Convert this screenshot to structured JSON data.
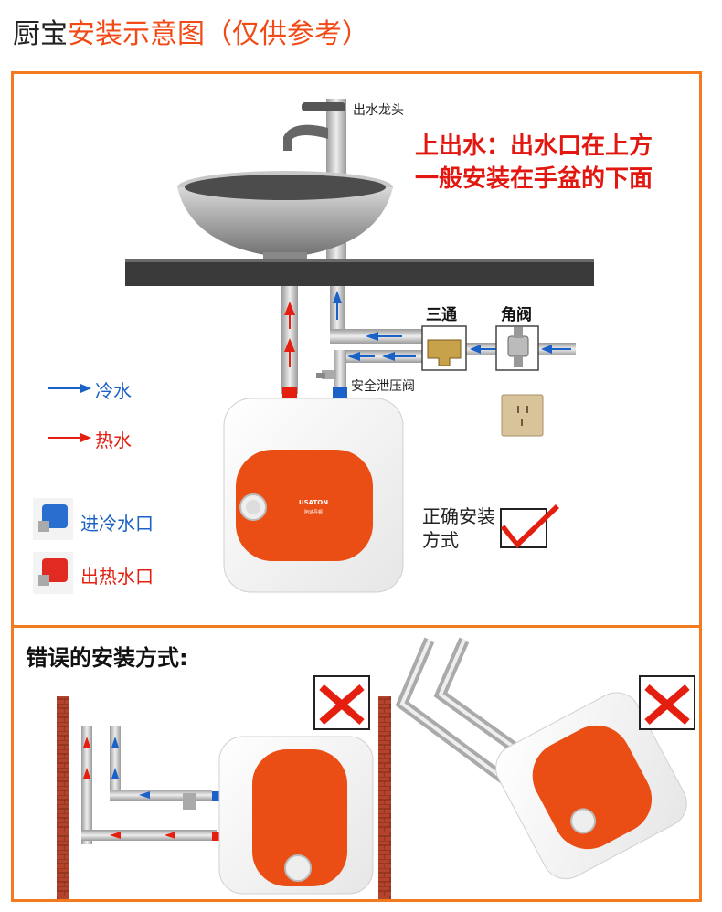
{
  "header": {
    "title_part1": "厨宝",
    "title_part2": "安装示意图（仅供参考）"
  },
  "main_diagram": {
    "faucet_label": "出水龙头",
    "note_line1": "上出水：出水口在上方",
    "note_line2": "一般安装在手盆的下面",
    "tee_label": "三通",
    "angle_valve_label": "角阀",
    "safety_valve_label": "安全泄压阀",
    "heater_brand": "USATON",
    "heater_brand_sub": "阿诗丹顿",
    "correct_label": "正确安装方式"
  },
  "legend": {
    "cold_label": "冷水",
    "hot_label": "热水",
    "cold_inlet_label": "进冷水口",
    "hot_outlet_label": "出热水口"
  },
  "wrong_section": {
    "title": "错误的安装方式:"
  },
  "colors": {
    "accent_orange": "#f47a1f",
    "title_red": "#f24a16",
    "note_red": "#e2170f",
    "cold_blue": "#1a62c8",
    "hot_red": "#e51f0f",
    "heater_orange": "#ea4e15"
  }
}
